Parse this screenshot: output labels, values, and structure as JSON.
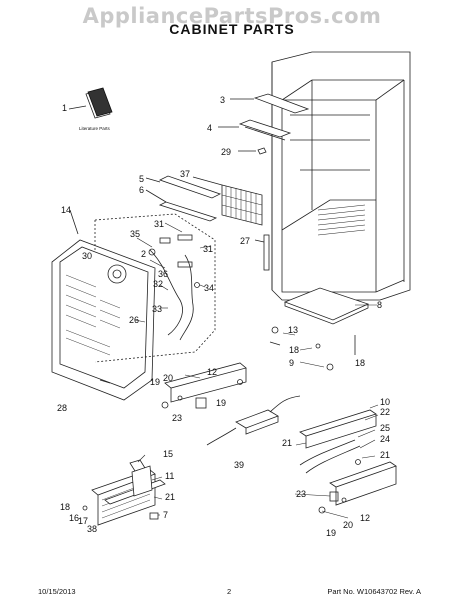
{
  "watermark": "AppliancePartsPros.com",
  "title": "CABINET PARTS",
  "literature_label": "Literature Parts",
  "callouts": {
    "c1": "1",
    "c3": "3",
    "c4": "4",
    "c29": "29",
    "c37": "37",
    "c5": "5",
    "c6": "6",
    "c14": "14",
    "c31a": "31",
    "c31b": "31",
    "c35": "35",
    "c30": "30",
    "c2": "2",
    "c36": "36",
    "c32": "32",
    "c34": "34",
    "c33": "33",
    "c26": "26",
    "c27": "27",
    "c8": "8",
    "c13": "13",
    "c18a": "18",
    "c9": "9",
    "c18b": "18",
    "c12a": "12",
    "c20a": "20",
    "c19a": "19",
    "c28": "28",
    "c23a": "23",
    "c19b": "19",
    "c10": "10",
    "c22": "22",
    "c25": "25",
    "c24": "24",
    "c21a": "21",
    "c21b": "21",
    "c39": "39",
    "c15": "15",
    "c11": "11",
    "c21c": "21",
    "c7": "7",
    "c18c": "18",
    "c16": "16",
    "c17": "17",
    "c38": "38",
    "c23b": "23",
    "c19c": "19",
    "c20b": "20",
    "c12b": "12"
  },
  "footer": {
    "date": "10/15/2013",
    "page": "2",
    "part_number": "Part No. W10643702  Rev. A"
  }
}
